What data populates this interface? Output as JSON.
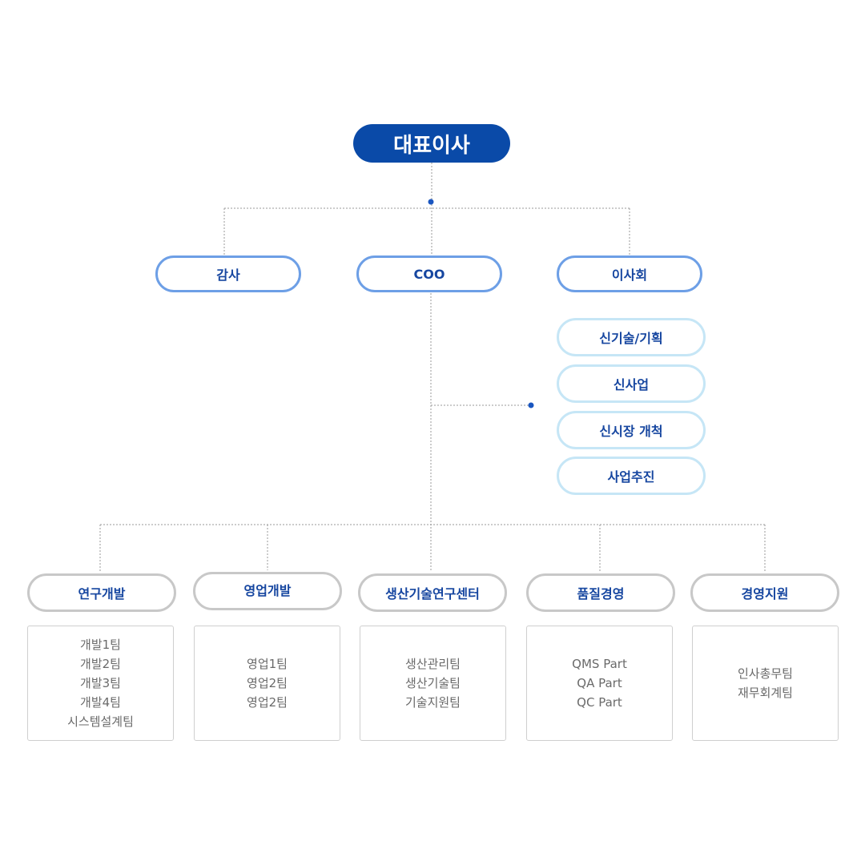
{
  "colors": {
    "primary": "#0a4aa8",
    "mid_border": "#6d9fe6",
    "sub_border": "#c6e6f6",
    "dept_border": "#c8c8c8",
    "connector": "#9a9a9a",
    "dot": "#1a56c0",
    "text_blue": "#1646a0",
    "text_gray": "#6a6a6a"
  },
  "ceo": {
    "label": "대표이사"
  },
  "level2": [
    {
      "id": "audit",
      "label": "감사"
    },
    {
      "id": "coo",
      "label": "COO"
    },
    {
      "id": "board",
      "label": "이사회"
    }
  ],
  "board_units": [
    {
      "label": "신기술/기획"
    },
    {
      "label": "신사업"
    },
    {
      "label": "신시장 개척"
    },
    {
      "label": "사업추진"
    }
  ],
  "departments": [
    {
      "label": "연구개발",
      "teams": [
        "개발1팀",
        "개발2팀",
        "개발3팀",
        "개발4팀",
        "시스템설계팀"
      ]
    },
    {
      "label": "영업개발",
      "teams": [
        "영업1팀",
        "영업2팀",
        "영업2팀"
      ]
    },
    {
      "label": "생산기술연구센터",
      "teams": [
        "생산관리팀",
        "생산기술팀",
        "기술지원팀"
      ]
    },
    {
      "label": "품질경영",
      "teams": [
        "QMS Part",
        "QA Part",
        "QC Part"
      ]
    },
    {
      "label": "경영지원",
      "teams": [
        "인사총무팀",
        "재무회계팀"
      ]
    }
  ]
}
